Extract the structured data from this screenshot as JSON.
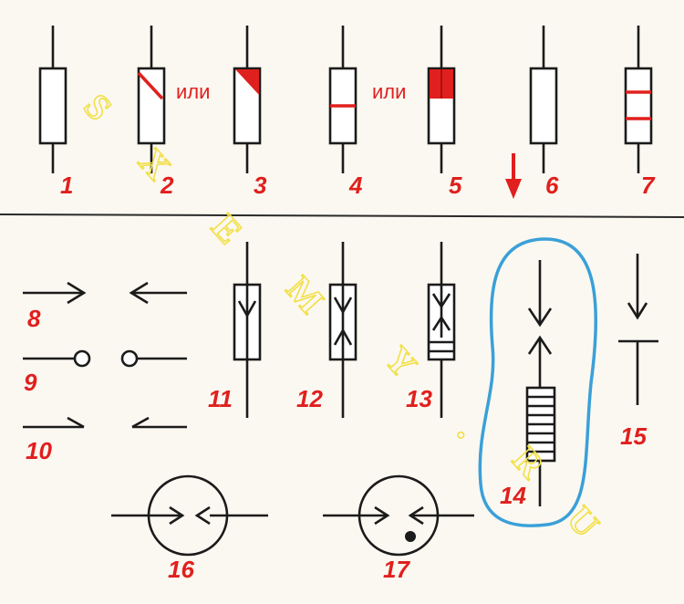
{
  "conjunction": "или",
  "labels": {
    "s1": "1",
    "s2": "2",
    "s3": "3",
    "s4": "4",
    "s5": "5",
    "s6": "6",
    "s7": "7",
    "s8": "8",
    "s9": "9",
    "s10": "10",
    "s11": "11",
    "s12": "12",
    "s13": "13",
    "s14": "14",
    "s15": "15",
    "s16": "16",
    "s17": "17"
  },
  "watermark": [
    "S",
    "X",
    "E",
    "M",
    "Y",
    ".",
    "R",
    "U"
  ],
  "colors": {
    "symbol_red": "#e0201e",
    "line": "#1b1b1b",
    "highlight_outline": "#3aa0d8",
    "watermark": "#f2e04a",
    "background": "#fbf8f1"
  }
}
